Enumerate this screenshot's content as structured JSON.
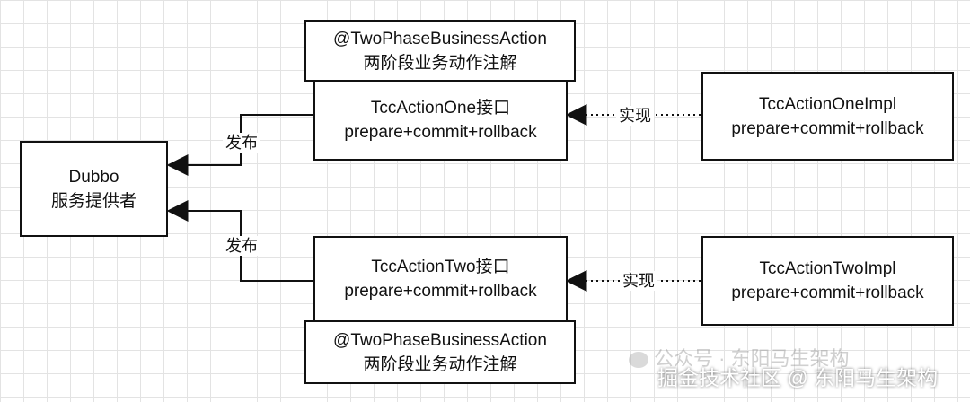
{
  "nodes": {
    "dubbo": {
      "line1": "Dubbo",
      "line2": "服务提供者"
    },
    "annotation_top": {
      "line1": "@TwoPhaseBusinessAction",
      "line2": "两阶段业务动作注解"
    },
    "tcc_one": {
      "line1": "TccActionOne接口",
      "line2": "prepare+commit+rollback"
    },
    "tcc_one_impl": {
      "line1": "TccActionOneImpl",
      "line2": "prepare+commit+rollback"
    },
    "tcc_two": {
      "line1": "TccActionTwo接口",
      "line2": "prepare+commit+rollback"
    },
    "tcc_two_impl": {
      "line1": "TccActionTwoImpl",
      "line2": "prepare+commit+rollback"
    },
    "annotation_bottom": {
      "line1": "@TwoPhaseBusinessAction",
      "line2": "两阶段业务动作注解"
    }
  },
  "edges": {
    "publish_one": "发布",
    "publish_two": "发布",
    "implement_one": "实现",
    "implement_two": "实现"
  },
  "watermark": {
    "line1": "公众号 · 东阳马生架构",
    "line2": "掘金技术社区 @ 东阳马生架构"
  }
}
